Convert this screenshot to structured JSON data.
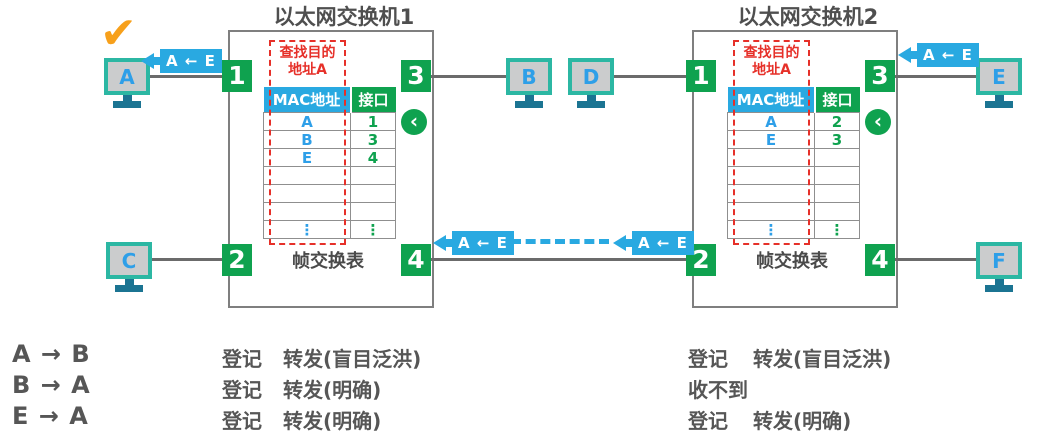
{
  "colors": {
    "green": "#0fa24f",
    "blue": "#29a9e1",
    "red": "#e63029",
    "orange": "#f7a01b",
    "gray_text": "#565656"
  },
  "icons": {
    "checkmark": "✔",
    "chevron_left": "‹"
  },
  "switch1": {
    "title": "以太网交换机1",
    "lookup_line1": "查找目的",
    "lookup_line2": "地址A",
    "header_mac": "MAC地址",
    "header_port": "接口",
    "caption": "帧交换表",
    "port1": "1",
    "port2": "2",
    "port3": "3",
    "port4": "4",
    "rows": [
      {
        "mac": "A",
        "port": "1"
      },
      {
        "mac": "B",
        "port": "3"
      },
      {
        "mac": "E",
        "port": "4"
      },
      {
        "mac": "",
        "port": ""
      },
      {
        "mac": "",
        "port": ""
      },
      {
        "mac": "",
        "port": ""
      },
      {
        "mac": "⋮",
        "port": "⋮"
      }
    ]
  },
  "switch2": {
    "title": "以太网交换机2",
    "lookup_line1": "查找目的",
    "lookup_line2": "地址A",
    "header_mac": "MAC地址",
    "header_port": "接口",
    "caption": "帧交换表",
    "port1": "1",
    "port2": "2",
    "port3": "3",
    "port4": "4",
    "rows": [
      {
        "mac": "A",
        "port": "2"
      },
      {
        "mac": "E",
        "port": "3"
      },
      {
        "mac": "",
        "port": ""
      },
      {
        "mac": "",
        "port": ""
      },
      {
        "mac": "",
        "port": ""
      },
      {
        "mac": "",
        "port": ""
      },
      {
        "mac": "⋮",
        "port": "⋮"
      }
    ]
  },
  "hosts": {
    "a": "A",
    "b": "B",
    "c": "C",
    "d": "D",
    "e": "E",
    "f": "F"
  },
  "frame_labels": {
    "at_host_a": "A ← E",
    "middle_left": "A ← E",
    "middle_right": "A ← E",
    "at_host_e": "A ← E"
  },
  "results": {
    "rows": [
      {
        "flow": "A → B",
        "s1_register": "登记",
        "s1_forward": "转发(盲目泛洪)",
        "s2_register": "登记",
        "s2_forward": "转发(盲目泛洪)"
      },
      {
        "flow": "B → A",
        "s1_register": "登记",
        "s1_forward": "转发(明确)",
        "s2_register": "收不到",
        "s2_forward": ""
      },
      {
        "flow": "E → A",
        "s1_register": "登记",
        "s1_forward": "转发(明确)",
        "s2_register": "登记",
        "s2_forward": "转发(明确)"
      }
    ]
  }
}
